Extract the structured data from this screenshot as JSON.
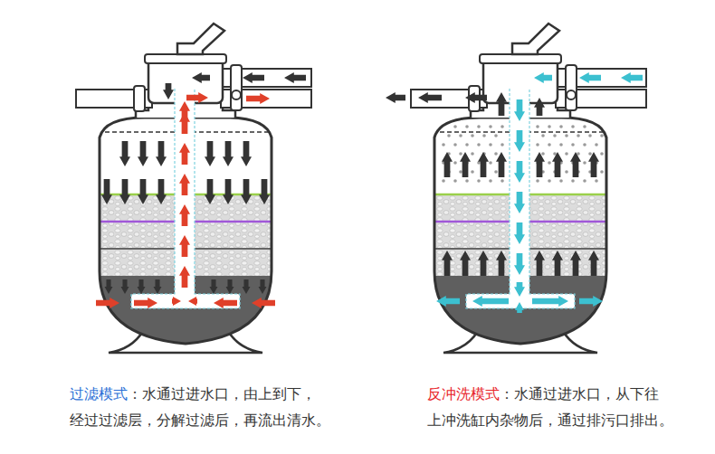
{
  "diagram": {
    "labels": [
      "过滤模式",
      "：水通过进水口，由上到下，",
      "经过过滤层，分解过滤后，再流出清水。",
      "反冲洗模式",
      "：水通过进水口，从下往",
      "上冲洗缸内杂物后，通过排污口排出。"
    ]
  }
}
